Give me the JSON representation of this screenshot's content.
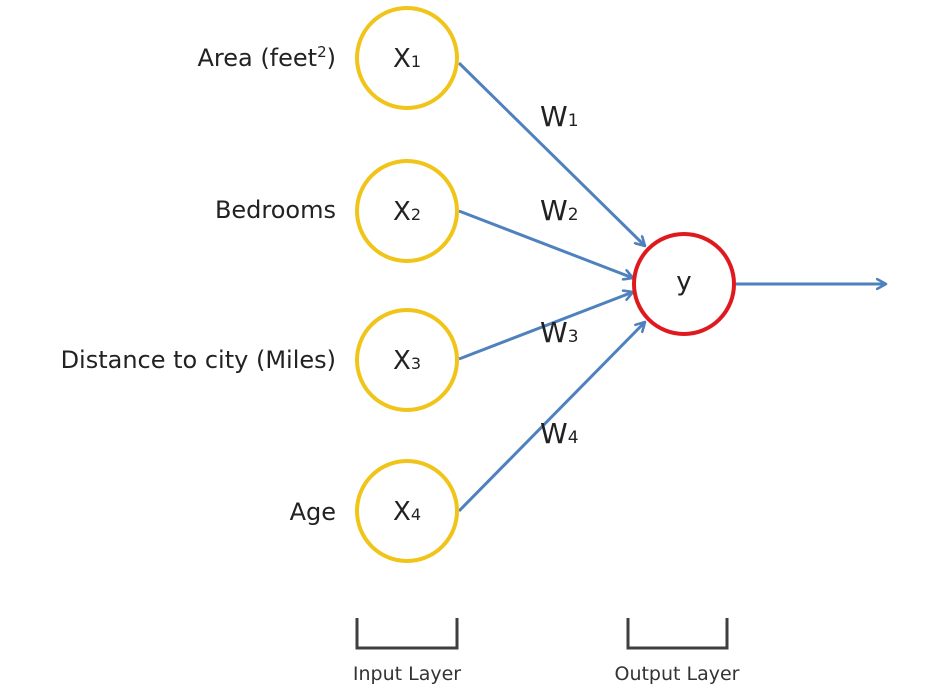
{
  "colors": {
    "input_node_stroke": "#f0c419",
    "output_node_stroke": "#e0191f",
    "arrow": "#4f81bd",
    "bracket": "#3f3f3f",
    "text": "#222222"
  },
  "inputs": [
    {
      "label": "Area (feet",
      "label_sup": "2",
      "label_end": ")",
      "node": "X",
      "node_sub": "1"
    },
    {
      "label": "Bedrooms",
      "label_sup": "",
      "label_end": "",
      "node": "X",
      "node_sub": "2"
    },
    {
      "label": "Distance to city (Miles)",
      "label_sup": "",
      "label_end": "",
      "node": "X",
      "node_sub": "3"
    },
    {
      "label": "Age",
      "label_sup": "",
      "label_end": "",
      "node": "X",
      "node_sub": "4"
    }
  ],
  "weights": [
    {
      "main": "W",
      "sub": "1"
    },
    {
      "main": "W",
      "sub": "2"
    },
    {
      "main": "W",
      "sub": "3"
    },
    {
      "main": "W",
      "sub": "4"
    }
  ],
  "output": {
    "node": "y"
  },
  "layers": {
    "input": "Input Layer",
    "output": "Output Layer"
  }
}
